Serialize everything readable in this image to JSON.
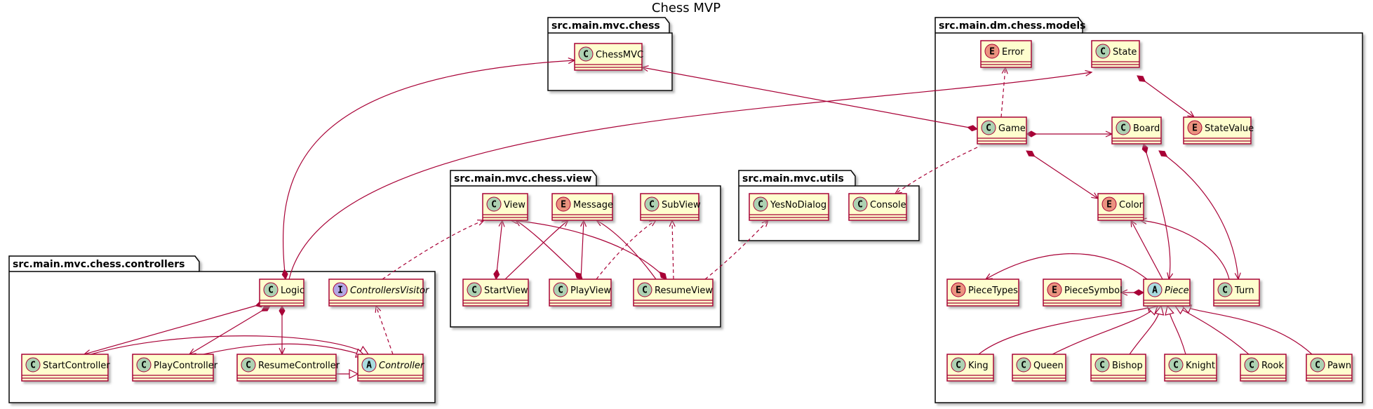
{
  "title": "Chess MVP",
  "colors": {
    "class_fill": "#FEFECE",
    "class_border": "#A80036",
    "edge": "#A80036",
    "stereo_class": "#ADD1B2",
    "stereo_enum": "#EB937F",
    "stereo_interface": "#B4A7E5",
    "stereo_abstract": "#A9DCDF",
    "package_fill": "#FFFFFF",
    "shadow": "#999999"
  },
  "packages": [
    {
      "id": "pkg-mvc-chess",
      "name": "src.main.mvc.chess"
    },
    {
      "id": "pkg-models",
      "name": "src.main.dm.chess.models"
    },
    {
      "id": "pkg-view",
      "name": "src.main.mvc.chess.view"
    },
    {
      "id": "pkg-utils",
      "name": "src.main.mvc.utils"
    },
    {
      "id": "pkg-controllers",
      "name": "src.main.mvc.chess.controllers"
    }
  ],
  "classes": [
    {
      "id": "ChessMVC",
      "name": "ChessMVC",
      "kind": "class",
      "stereo": "C"
    },
    {
      "id": "Error",
      "name": "Error",
      "kind": "enum",
      "stereo": "E"
    },
    {
      "id": "State",
      "name": "State",
      "kind": "class",
      "stereo": "C"
    },
    {
      "id": "Game",
      "name": "Game",
      "kind": "class",
      "stereo": "C"
    },
    {
      "id": "Board",
      "name": "Board",
      "kind": "class",
      "stereo": "C"
    },
    {
      "id": "StateValue",
      "name": "StateValue",
      "kind": "enum",
      "stereo": "E"
    },
    {
      "id": "Color",
      "name": "Color",
      "kind": "enum",
      "stereo": "E"
    },
    {
      "id": "PieceTypes",
      "name": "PieceTypes",
      "kind": "enum",
      "stereo": "E"
    },
    {
      "id": "PieceSymbol",
      "name": "PieceSymbol",
      "kind": "enum",
      "stereo": "E"
    },
    {
      "id": "Piece",
      "name": "Piece",
      "kind": "abstract",
      "stereo": "A"
    },
    {
      "id": "Turn",
      "name": "Turn",
      "kind": "class",
      "stereo": "C"
    },
    {
      "id": "King",
      "name": "King",
      "kind": "class",
      "stereo": "C"
    },
    {
      "id": "Queen",
      "name": "Queen",
      "kind": "class",
      "stereo": "C"
    },
    {
      "id": "Bishop",
      "name": "Bishop",
      "kind": "class",
      "stereo": "C"
    },
    {
      "id": "Knight",
      "name": "Knight",
      "kind": "class",
      "stereo": "C"
    },
    {
      "id": "Rook",
      "name": "Rook",
      "kind": "class",
      "stereo": "C"
    },
    {
      "id": "Pawn",
      "name": "Pawn",
      "kind": "class",
      "stereo": "C"
    },
    {
      "id": "View",
      "name": "View",
      "kind": "class",
      "stereo": "C"
    },
    {
      "id": "Message",
      "name": "Message",
      "kind": "enum",
      "stereo": "E"
    },
    {
      "id": "SubView",
      "name": "SubView",
      "kind": "class",
      "stereo": "C"
    },
    {
      "id": "StartView",
      "name": "StartView",
      "kind": "class",
      "stereo": "C"
    },
    {
      "id": "PlayView",
      "name": "PlayView",
      "kind": "class",
      "stereo": "C"
    },
    {
      "id": "ResumeView",
      "name": "ResumeView",
      "kind": "class",
      "stereo": "C"
    },
    {
      "id": "YesNoDialog",
      "name": "YesNoDialog",
      "kind": "class",
      "stereo": "C"
    },
    {
      "id": "Console",
      "name": "Console",
      "kind": "class",
      "stereo": "C"
    },
    {
      "id": "Logic",
      "name": "Logic",
      "kind": "class",
      "stereo": "C"
    },
    {
      "id": "ControllersVisitor",
      "name": "ControllersVisitor",
      "kind": "interface",
      "stereo": "I"
    },
    {
      "id": "StartController",
      "name": "StartController",
      "kind": "class",
      "stereo": "C"
    },
    {
      "id": "PlayController",
      "name": "PlayController",
      "kind": "class",
      "stereo": "C"
    },
    {
      "id": "ResumeController",
      "name": "ResumeController",
      "kind": "class",
      "stereo": "C"
    },
    {
      "id": "Controller",
      "name": "Controller",
      "kind": "abstract",
      "stereo": "A"
    }
  ],
  "relations": [
    {
      "from": "Logic",
      "to": "ChessMVC",
      "type": "composition"
    },
    {
      "from": "Game",
      "to": "ChessMVC",
      "type": "composition"
    },
    {
      "from": "Logic",
      "to": "State",
      "type": "association"
    },
    {
      "from": "Game",
      "to": "Error",
      "type": "dependency"
    },
    {
      "from": "State",
      "to": "StateValue",
      "type": "composition"
    },
    {
      "from": "Game",
      "to": "Board",
      "type": "composition"
    },
    {
      "from": "Game",
      "to": "Color",
      "type": "composition"
    },
    {
      "from": "Game",
      "to": "Console",
      "type": "dependency"
    },
    {
      "from": "Board",
      "to": "Turn",
      "type": "composition"
    },
    {
      "from": "Board",
      "to": "Piece",
      "type": "composition"
    },
    {
      "from": "Piece",
      "to": "Color",
      "type": "association"
    },
    {
      "from": "Turn",
      "to": "Color",
      "type": "association"
    },
    {
      "from": "Piece",
      "to": "PieceTypes",
      "type": "association"
    },
    {
      "from": "Piece",
      "to": "PieceSymbol",
      "type": "composition"
    },
    {
      "from": "King",
      "to": "Piece",
      "type": "inheritance"
    },
    {
      "from": "Queen",
      "to": "Piece",
      "type": "inheritance"
    },
    {
      "from": "Bishop",
      "to": "Piece",
      "type": "inheritance"
    },
    {
      "from": "Knight",
      "to": "Piece",
      "type": "inheritance"
    },
    {
      "from": "Rook",
      "to": "Piece",
      "type": "inheritance"
    },
    {
      "from": "Pawn",
      "to": "Piece",
      "type": "inheritance"
    },
    {
      "from": "StartView",
      "to": "View",
      "type": "composition"
    },
    {
      "from": "PlayView",
      "to": "View",
      "type": "composition"
    },
    {
      "from": "ResumeView",
      "to": "View",
      "type": "composition"
    },
    {
      "from": "StartView",
      "to": "Message",
      "type": "association"
    },
    {
      "from": "PlayView",
      "to": "Message",
      "type": "association"
    },
    {
      "from": "ResumeView",
      "to": "Message",
      "type": "association"
    },
    {
      "from": "PlayView",
      "to": "SubView",
      "type": "dependency"
    },
    {
      "from": "ResumeView",
      "to": "SubView",
      "type": "dependency"
    },
    {
      "from": "ResumeView",
      "to": "YesNoDialog",
      "type": "dependency"
    },
    {
      "from": "ControllersVisitor",
      "to": "View",
      "type": "dependency"
    },
    {
      "from": "Logic",
      "to": "StartController",
      "type": "composition"
    },
    {
      "from": "Logic",
      "to": "PlayController",
      "type": "composition"
    },
    {
      "from": "Logic",
      "to": "ResumeController",
      "type": "composition"
    },
    {
      "from": "StartController",
      "to": "Controller",
      "type": "inheritance"
    },
    {
      "from": "PlayController",
      "to": "Controller",
      "type": "inheritance"
    },
    {
      "from": "ResumeController",
      "to": "Controller",
      "type": "inheritance"
    },
    {
      "from": "Controller",
      "to": "ControllersVisitor",
      "type": "dependency"
    }
  ]
}
